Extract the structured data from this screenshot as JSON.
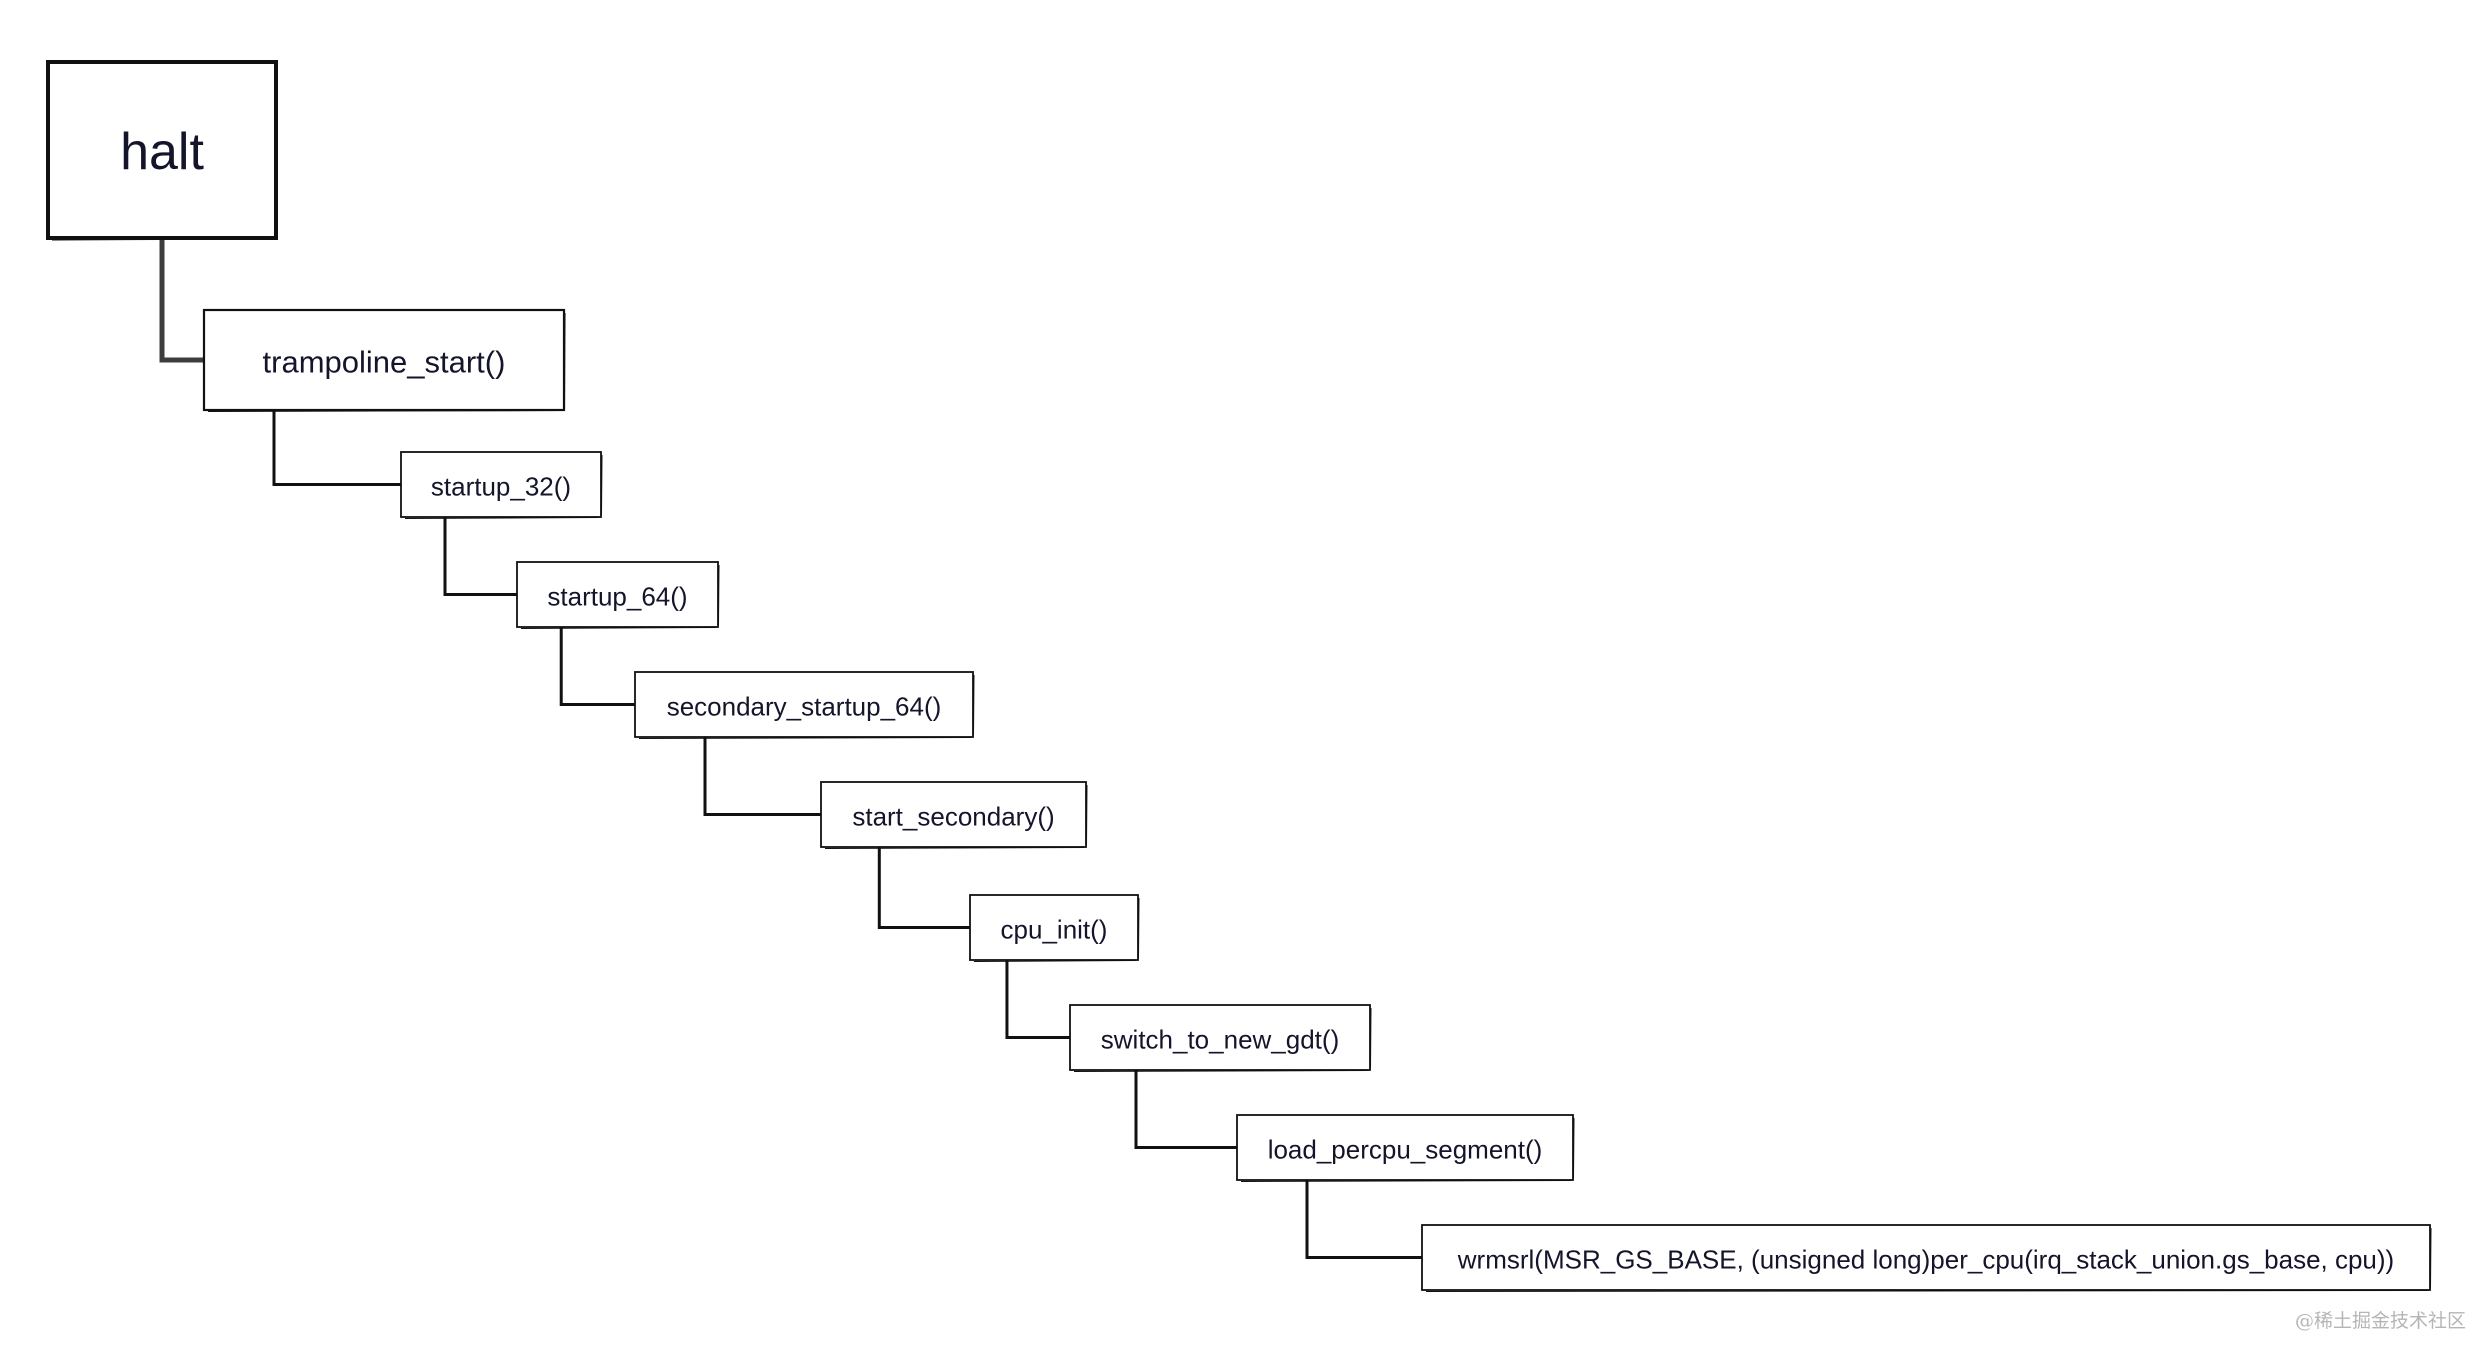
{
  "diagram": {
    "root": "halt",
    "nodes": [
      {
        "id": "n0",
        "label": "halt"
      },
      {
        "id": "n1",
        "label": "trampoline_start()"
      },
      {
        "id": "n2",
        "label": "startup_32()"
      },
      {
        "id": "n3",
        "label": "startup_64()"
      },
      {
        "id": "n4",
        "label": "secondary_startup_64()"
      },
      {
        "id": "n5",
        "label": "start_secondary()"
      },
      {
        "id": "n6",
        "label": "cpu_init()"
      },
      {
        "id": "n7",
        "label": "switch_to_new_gdt()"
      },
      {
        "id": "n8",
        "label": "load_percpu_segment()"
      },
      {
        "id": "n9",
        "label": "wrmsrl(MSR_GS_BASE, (unsigned long)per_cpu(irq_stack_union.gs_base, cpu))"
      }
    ],
    "edges": [
      {
        "from": "n0",
        "to": "n1"
      },
      {
        "from": "n1",
        "to": "n2"
      },
      {
        "from": "n2",
        "to": "n3"
      },
      {
        "from": "n3",
        "to": "n4"
      },
      {
        "from": "n4",
        "to": "n5"
      },
      {
        "from": "n5",
        "to": "n6"
      },
      {
        "from": "n6",
        "to": "n7"
      },
      {
        "from": "n7",
        "to": "n8"
      },
      {
        "from": "n8",
        "to": "n9"
      }
    ],
    "colors": {
      "box_stroke": "#111111",
      "text": "#14142b",
      "connector_main": "#3d3d3d",
      "connector": "#111111"
    }
  },
  "watermark": "@稀土掘金技术社区"
}
